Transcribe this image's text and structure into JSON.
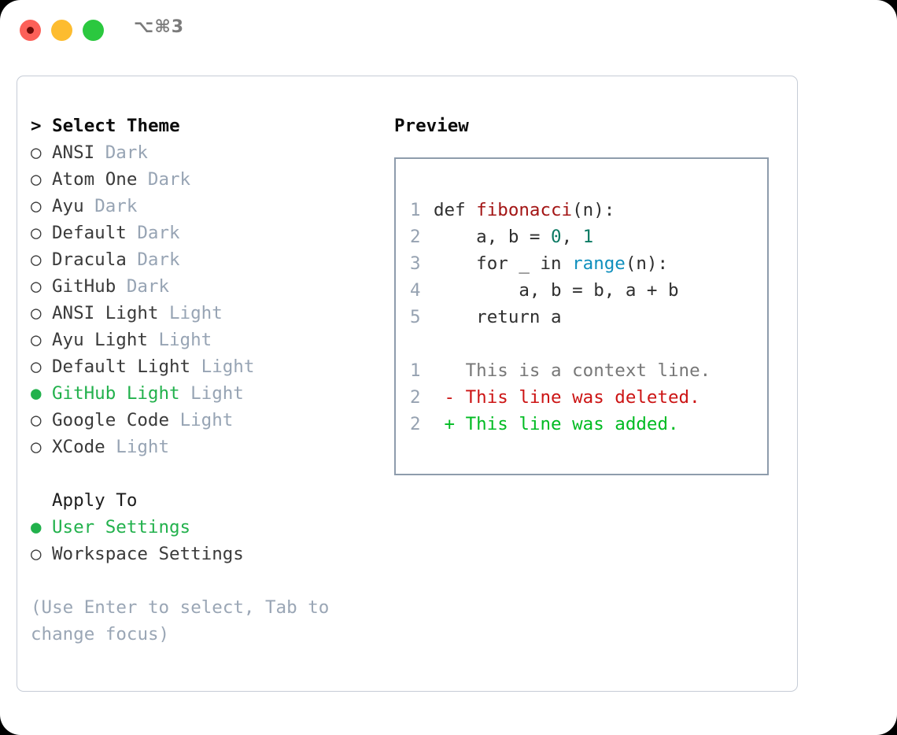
{
  "titlebar": {
    "shortcut": "⌥⌘3",
    "lights": [
      "close-light",
      "minimize-light",
      "zoom-light"
    ]
  },
  "left": {
    "header": "> Select Theme",
    "themes": [
      {
        "marker": "○",
        "label": "ANSI",
        "suffix": "Dark",
        "selected": false
      },
      {
        "marker": "○",
        "label": "Atom One",
        "suffix": "Dark",
        "selected": false
      },
      {
        "marker": "○",
        "label": "Ayu",
        "suffix": "Dark",
        "selected": false
      },
      {
        "marker": "○",
        "label": "Default",
        "suffix": "Dark",
        "selected": false
      },
      {
        "marker": "○",
        "label": "Dracula",
        "suffix": "Dark",
        "selected": false
      },
      {
        "marker": "○",
        "label": "GitHub",
        "suffix": "Dark",
        "selected": false
      },
      {
        "marker": "○",
        "label": "ANSI Light",
        "suffix": "Light",
        "selected": false
      },
      {
        "marker": "○",
        "label": "Ayu Light",
        "suffix": "Light",
        "selected": false
      },
      {
        "marker": "○",
        "label": "Default Light",
        "suffix": "Light",
        "selected": false
      },
      {
        "marker": "●",
        "label": "GitHub Light",
        "suffix": "Light",
        "selected": true
      },
      {
        "marker": "○",
        "label": "Google Code",
        "suffix": "Light",
        "selected": false
      },
      {
        "marker": "○",
        "label": "XCode",
        "suffix": "Light",
        "selected": false
      }
    ],
    "apply_to_title": "Apply To",
    "apply_to": [
      {
        "marker": "●",
        "label": "User Settings",
        "selected": true
      },
      {
        "marker": "○",
        "label": "Workspace Settings",
        "selected": false
      }
    ],
    "hint": "(Use Enter to select, Tab to change focus)"
  },
  "right": {
    "title": "Preview",
    "code_lines": [
      {
        "ln": "1",
        "parts": [
          {
            "t": "def ",
            "c": "plain"
          },
          {
            "t": "fibonacci",
            "c": "fn"
          },
          {
            "t": "(n):",
            "c": "plain"
          }
        ]
      },
      {
        "ln": "2",
        "parts": [
          {
            "t": "    a, b = ",
            "c": "plain"
          },
          {
            "t": "0",
            "c": "num"
          },
          {
            "t": ", ",
            "c": "plain"
          },
          {
            "t": "1",
            "c": "num"
          }
        ]
      },
      {
        "ln": "3",
        "parts": [
          {
            "t": "    for _ in ",
            "c": "plain"
          },
          {
            "t": "range",
            "c": "call"
          },
          {
            "t": "(n):",
            "c": "plain"
          }
        ]
      },
      {
        "ln": "4",
        "parts": [
          {
            "t": "        a, b = b, a + b",
            "c": "plain"
          }
        ]
      },
      {
        "ln": "5",
        "parts": [
          {
            "t": "    return a",
            "c": "plain"
          }
        ]
      },
      {
        "ln": "",
        "parts": [
          {
            "t": "",
            "c": "plain"
          }
        ]
      },
      {
        "ln": "1",
        "parts": [
          {
            "t": "   This is a context line.",
            "c": "ctx"
          }
        ]
      },
      {
        "ln": "2",
        "parts": [
          {
            "t": " - This line was deleted.",
            "c": "del"
          }
        ]
      },
      {
        "ln": "2",
        "parts": [
          {
            "t": " + This line was added.",
            "c": "add"
          }
        ]
      }
    ]
  },
  "colors": {
    "accent_green": "#22b14c",
    "suffix_gray": "#97a4b4",
    "diff_deleted": "#cc1414",
    "diff_added": "#00bb22",
    "token_function": "#a31515",
    "token_number": "#0b7a63",
    "token_call": "#0f8fbd",
    "panel_border": "#c6ccd6",
    "preview_border": "#8e9cac"
  }
}
